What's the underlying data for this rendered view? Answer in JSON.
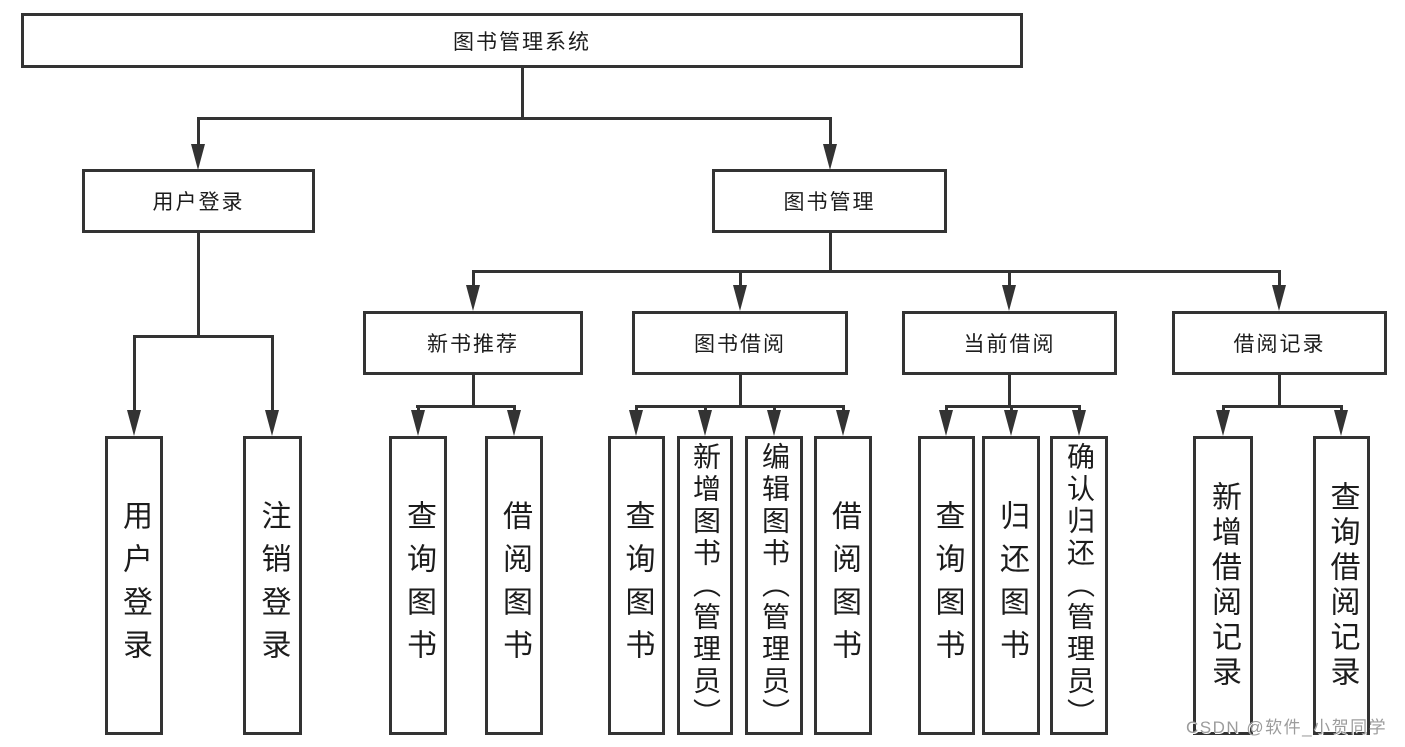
{
  "nodes": {
    "root": "图书管理系统",
    "user_login": "用户登录",
    "book_management": "图书管理",
    "new_book_recommend": "新书推荐",
    "book_borrow": "图书借阅",
    "current_borrow": "当前借阅",
    "borrow_records": "借阅记录",
    "ul_login": "用户登录",
    "ul_logout": "注销登录",
    "nb_query": "查询图书",
    "nb_borrow": "借阅图书",
    "bb_query": "查询图书",
    "bb_add": "新增图书（管理员）",
    "bb_edit": "编辑图书（管理员）",
    "bb_borrow": "借阅图书",
    "cb_query": "查询图书",
    "cb_return": "归还图书",
    "cb_confirm": "确认归还（管理员）",
    "br_add": "新增借阅记录",
    "br_query": "查询借阅记录"
  },
  "hierarchy": {
    "图书管理系统": {
      "用户登录": [
        "用户登录",
        "注销登录"
      ],
      "图书管理": {
        "新书推荐": [
          "查询图书",
          "借阅图书"
        ],
        "图书借阅": [
          "查询图书",
          "新增图书（管理员）",
          "编辑图书（管理员）",
          "借阅图书"
        ],
        "当前借阅": [
          "查询图书",
          "归还图书",
          "确认归还（管理员）"
        ],
        "借阅记录": [
          "新增借阅记录",
          "查询借阅记录"
        ]
      }
    }
  },
  "watermark": "CSDN @软件_小贺同学",
  "colors": {
    "line": "#333333",
    "text": "#1c1c1c",
    "box_background": "#ffffff",
    "page_background": "#ffffff",
    "watermark": "#9c9c9c"
  }
}
